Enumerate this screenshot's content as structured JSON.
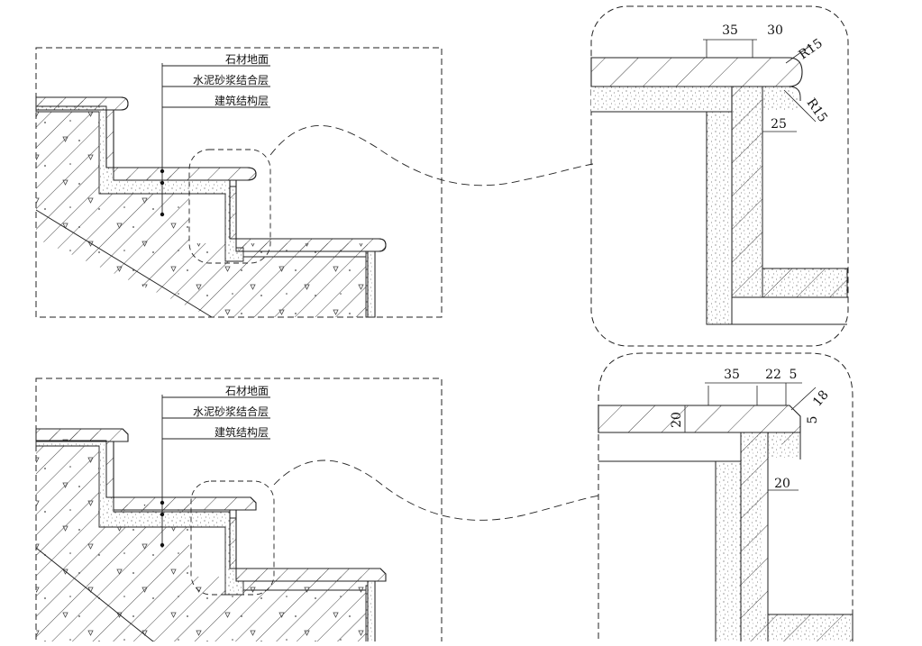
{
  "drawings": [
    {
      "layer_labels": [
        "石材地面",
        "水泥砂浆结合层",
        "建筑结构层"
      ],
      "dimensions": [
        "35",
        "30",
        "R15",
        "R15",
        "25"
      ]
    },
    {
      "layer_labels": [
        "石材地面",
        "水泥砂浆结合层",
        "建筑结构层"
      ],
      "dimensions": [
        "35",
        "22",
        "5",
        "18",
        "5",
        "20",
        "20"
      ]
    }
  ]
}
